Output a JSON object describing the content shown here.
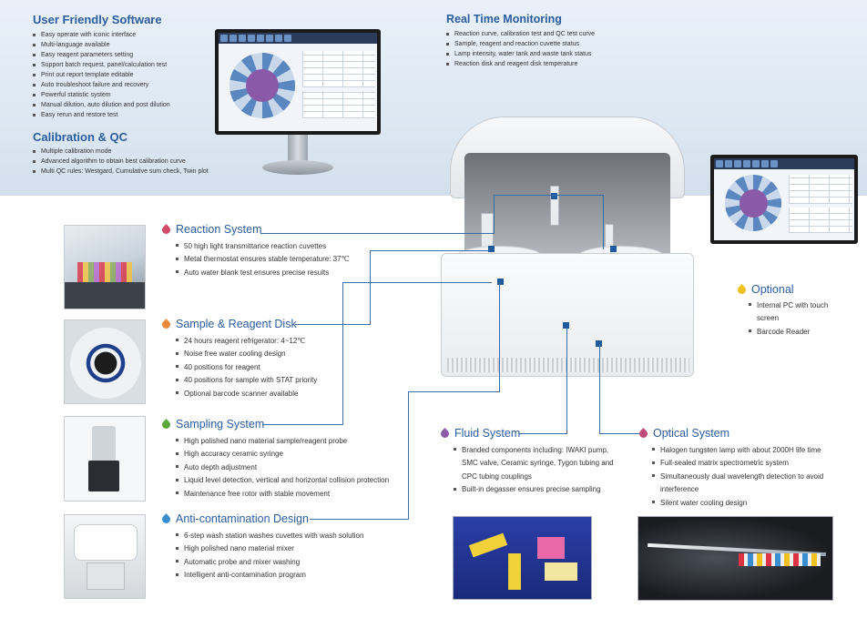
{
  "software": {
    "title": "User Friendly Software",
    "items": [
      "Easy operate with iconic interface",
      "Multi-language available",
      "Easy reagent parameters setting",
      "Support batch request, panel/calculation test",
      "Print out report template editable",
      "Auto troubleshoot failure and recovery",
      "Powerful statistic system",
      "Manual dilution, auto dilution and post dilution",
      "Easy rerun and restore test"
    ]
  },
  "calibration": {
    "title": "Calibration & QC",
    "items": [
      "Multiple calibration mode",
      "Advanced algorithm to obtain best calibration curve",
      "Multi QC rules: Westgard, Cumulative sum check, Twin plot"
    ]
  },
  "realtime": {
    "title": "Real Time Monitoring",
    "items": [
      "Reaction curve, calibration test and QC test curve",
      "Sample, reagent and reaction cuvette status",
      "Lamp intensity, water tank and waste tank status",
      "Reaction disk and reagent disk temperature"
    ]
  },
  "reaction": {
    "title": "Reaction System",
    "color": "#d04a6a",
    "items": [
      "50 high light transmittance reaction cuvettes",
      "Metal thermostat ensures stable temperature: 37℃",
      "Auto water blank test ensures precise results"
    ]
  },
  "disk": {
    "title": "Sample & Reagent Disk",
    "color": "#e68a3a",
    "items": [
      "24 hours reagent refrigerator: 4~12℃",
      "Noise free water cooling design",
      "40 positions for reagent",
      "40 positions for sample with STAT priority",
      "Optional barcode scanner available"
    ]
  },
  "sampling": {
    "title": "Sampling System",
    "color": "#5aa83a",
    "items": [
      "High polished nano material sample/reagent probe",
      "High accuracy ceramic syringe",
      "Auto depth adjustment",
      "Liquid level detection, vertical and horizontal collision protection",
      "Maintenance free rotor with stable movement"
    ]
  },
  "anticontam": {
    "title": "Anti-contamination Design",
    "color": "#3a8ed0",
    "items": [
      "6-step wash station washes cuvettes with wash solution",
      "High polished nano material mixer",
      "Automatic probe and mixer washing",
      "Intelligent anti-contamination program"
    ]
  },
  "optional": {
    "title": "Optional",
    "color": "#f0c020",
    "items": [
      "Internal PC with touch screen",
      "Barcode Reader"
    ]
  },
  "fluid": {
    "title": "Fluid System",
    "color": "#8a5aa8",
    "items": [
      "Branded components including: IWAKI pump, SMC valve, Ceramic syringe, Tygon tubing and CPC tubing couplings",
      "Built-in degasser ensures precise sampling"
    ]
  },
  "optical": {
    "title": "Optical System",
    "color": "#c04a7a",
    "items": [
      "Halogen tungsten lamp with about 2000H life time",
      "Full-sealed matrix spectrometric system",
      "Simultaneously dual wavelength detection to avoid interference",
      "Silent water cooling design"
    ]
  }
}
